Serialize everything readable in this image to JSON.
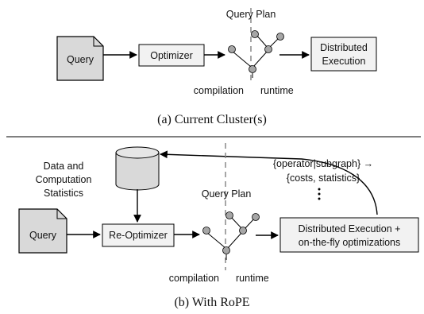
{
  "figure_a": {
    "query_label": "Query",
    "optimizer_label": "Optimizer",
    "query_plan_label": "Query Plan",
    "execution_line1": "Distributed",
    "execution_line2": "Execution",
    "compilation_label": "compilation",
    "runtime_label": "runtime",
    "caption": "(a) Current Cluster(s)"
  },
  "figure_b": {
    "stats_line1": "Data and",
    "stats_line2": "Computation",
    "stats_line3": "Statistics",
    "feedback_line1": "{operator|subgraph} →",
    "feedback_line2": "{costs, statistics}",
    "query_label": "Query",
    "reoptimizer_red": "Re-Opt",
    "reoptimizer_rest": "imizer",
    "query_plan_label": "Query Plan",
    "execution_line1": "Distributed Execution +",
    "execution_line2": "on-the-fly optimizations",
    "compilation_label": "compilation",
    "runtime_label": "runtime",
    "caption": "(b) With RoPE"
  },
  "colors": {
    "box_fill": "#f2f2f2",
    "query_fill": "#d9d9d9",
    "node_fill": "#a6a6a6",
    "highlight": "#e8101a",
    "divider": "#888888"
  }
}
